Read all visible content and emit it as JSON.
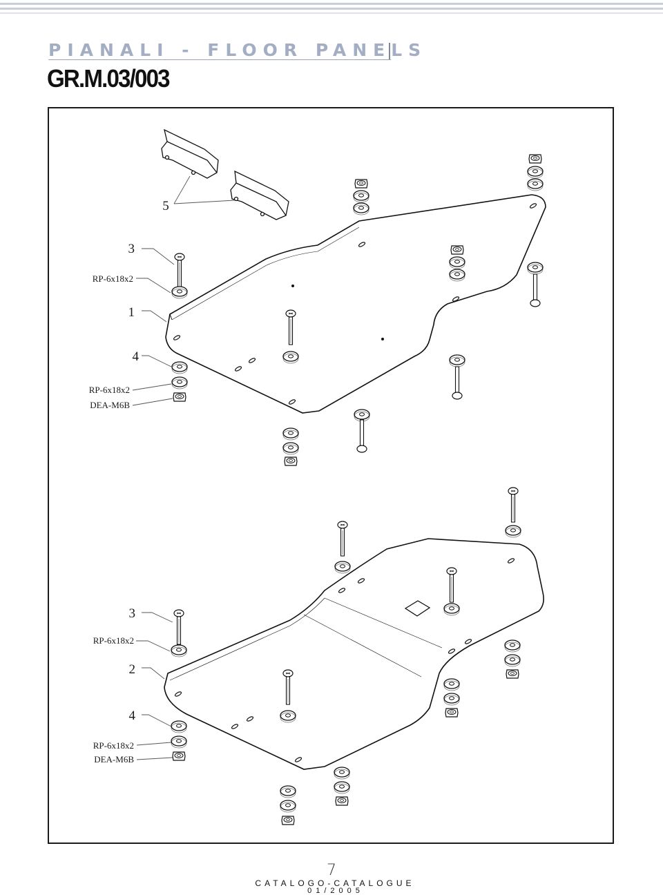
{
  "header": {
    "title": "PIANALI - FLOOR PANELS",
    "code": "GR.M.03/003"
  },
  "callouts": {
    "bracket_num": "5",
    "upper": {
      "bolt_num": "3",
      "washer_ref": "RP-6x18x2",
      "panel_num": "1",
      "spacer_num": "4",
      "washer2_ref": "RP-6x18x2",
      "nut_ref": "DEA-M6B"
    },
    "lower": {
      "bolt_num": "3",
      "washer_ref": "RP-6x18x2",
      "panel_num": "2",
      "spacer_num": "4",
      "washer2_ref": "RP-6x18x2",
      "nut_ref": "DEA-M6B"
    }
  },
  "footer": {
    "page": "7",
    "catalogue": "CATALOGO-CATALOGUE",
    "date": "01/2005"
  }
}
